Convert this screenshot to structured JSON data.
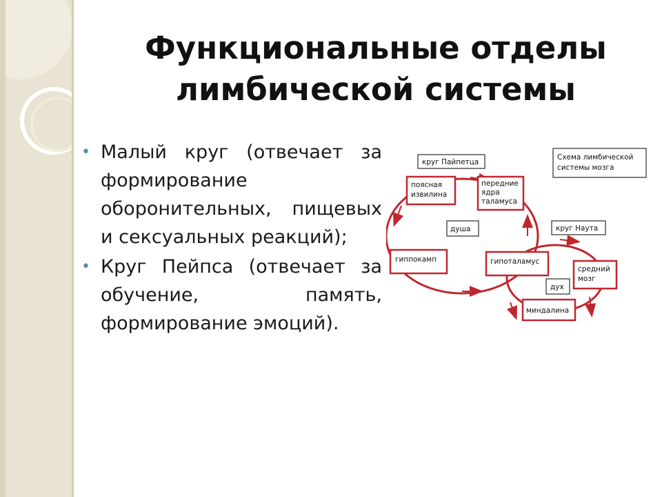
{
  "title": {
    "line1": "Функциональные отделы",
    "line2": "лимбической системы"
  },
  "bullets": [
    {
      "text": "Малый круг (отвечает за формирование оборонительных, пищевых и сексуальных реакций);"
    },
    {
      "text": "Круг Пейпса (отвечает за обучение, память, формирование эмоций)."
    }
  ],
  "diagram": {
    "caption_line1": "Схема лимбической",
    "caption_line2": "системы мозга",
    "papez_label": "круг Пайпетца",
    "nauta_label": "круг Наута",
    "node_cingulate_line1": "поясная",
    "node_cingulate_line2": "извилина",
    "node_thalamus_line1": "передние",
    "node_thalamus_line2": "ядра",
    "node_thalamus_line3": "таламуса",
    "node_soul": "душа",
    "node_hippocampus": "гиппокамп",
    "node_hypothalamus": "гипоталамус",
    "node_midbrain_line1": "средний",
    "node_midbrain_line2": "мозг",
    "node_spirit": "дух",
    "node_amygdala": "миндалина"
  },
  "colors": {
    "accent_red": "#c0262e",
    "bullet_blue": "#4f8fae",
    "sidebar_beige": "#e9e3d4"
  }
}
